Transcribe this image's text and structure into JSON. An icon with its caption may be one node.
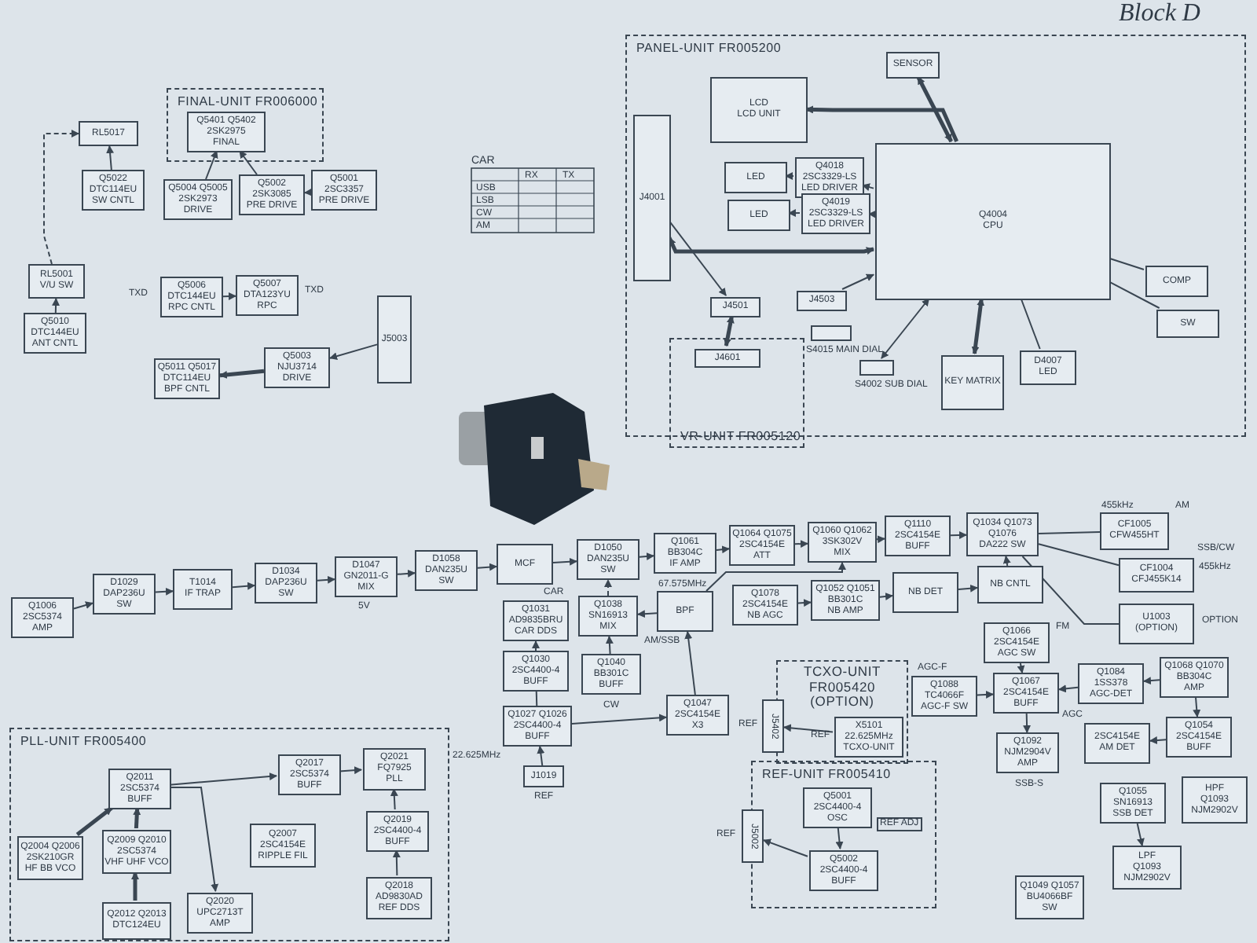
{
  "diagram": {
    "nodes": [
      {
        "text": [
          "FINAL-UNIT FR006000"
        ]
      },
      {
        "text": [
          "Q5401 Q5402",
          "2SK2975",
          "FINAL"
        ],
        "in": 0
      },
      {
        "text": [
          "RL5017"
        ]
      },
      {
        "text": [
          "Q5022",
          "DTC114EU",
          "SW CNTL"
        ]
      },
      {
        "text": [
          "Q5004 Q5005",
          "2SK2973",
          "DRIVE"
        ]
      },
      {
        "text": [
          "Q5002",
          "2SK3085",
          "PRE DRIVE"
        ]
      },
      {
        "text": [
          "Q5001",
          "2SC3357",
          "PRE DRIVE"
        ]
      },
      {
        "text": [
          "RL5001",
          "V/U SW"
        ]
      },
      {
        "text": [
          "Q5010",
          "DTC144EU",
          "ANT CNTL"
        ]
      },
      {
        "text": [
          "Q5006",
          "DTC144EU",
          "RPC CNTL"
        ]
      },
      {
        "text": [
          "Q5007",
          "DTA123YU",
          "RPC"
        ]
      },
      {
        "text": [
          "J5003"
        ]
      },
      {
        "text": [
          "Q5003",
          "NJU3714",
          "DRIVE"
        ]
      },
      {
        "text": [
          "Q5011 Q5017",
          "DTC114EU",
          "BPF CNTL"
        ]
      },
      {
        "text": [
          "PANEL-UNIT FR005200"
        ]
      },
      {
        "text": [
          "LCD",
          "LCD UNIT"
        ],
        "in": 14
      },
      {
        "text": [
          "LED"
        ],
        "in": 14
      },
      {
        "text": [
          "Q4018",
          "2SC3329-LS",
          "LED DRIVER"
        ],
        "in": 14
      },
      {
        "text": [
          "LED"
        ],
        "in": 14
      },
      {
        "text": [
          "Q4019",
          "2SC3329-LS",
          "LED DRIVER"
        ],
        "in": 14
      },
      {
        "text": [
          "Q4004",
          "CPU"
        ],
        "in": 14
      },
      {
        "text": [
          "J4001"
        ],
        "in": 14
      },
      {
        "text": [
          "J4501"
        ],
        "in": 14
      },
      {
        "text": [
          "J4503"
        ],
        "in": 14
      },
      {
        "text": [
          "VR-UNIT FR005120"
        ],
        "in": 14
      },
      {
        "text": [
          "J4601"
        ],
        "in": 24
      },
      {
        "text": [],
        "shape": "box",
        "beside": [
          "S4015 MAIN DIAL"
        ],
        "in": 14
      },
      {
        "text": [],
        "shape": "box",
        "beside": [
          "S4002 SUB DIAL"
        ],
        "in": 14
      },
      {
        "text": [
          "KEY MATRIX"
        ],
        "in": 14
      },
      {
        "text": [
          "D4007",
          "LED"
        ],
        "in": 14
      },
      {
        "text": [
          "SENSOR"
        ],
        "in": 14
      },
      {
        "text": [
          "COMP"
        ],
        "in": 14
      },
      {
        "text": [
          "SW"
        ],
        "in": 14
      },
      {
        "text": [
          "Q1006",
          "2SC5374",
          "AMP"
        ]
      },
      {
        "text": [
          "D1029",
          "DAP236U",
          "SW"
        ]
      },
      {
        "text": [
          "T1014",
          "IF TRAP"
        ]
      },
      {
        "text": [
          "D1034",
          "DAP236U",
          "SW"
        ]
      },
      {
        "text": [
          "D1047",
          "GN2011-G",
          "MIX"
        ]
      },
      {
        "text": [
          "D1058",
          "DAN235U",
          "SW"
        ]
      },
      {
        "text": [
          "MCF"
        ]
      },
      {
        "text": [
          "D1050",
          "DAN235U",
          "SW"
        ]
      },
      {
        "text": [
          "Q1061",
          "BB304C",
          "IF AMP"
        ]
      },
      {
        "text": [
          "Q1064 Q1075",
          "2SC4154E",
          "ATT"
        ]
      },
      {
        "text": [
          "Q1060 Q1062",
          "3SK302V",
          "MIX"
        ]
      },
      {
        "text": [
          "Q1110",
          "2SC4154E",
          "BUFF"
        ]
      },
      {
        "text": [
          "Q1034 Q1073",
          "Q1076",
          "DA222 SW"
        ]
      },
      {
        "text": [
          "CF1005",
          "CFW455HT"
        ],
        "beside": [
          "455kHz"
        ]
      },
      {
        "text": [
          "CF1004",
          "CFJ455K14"
        ],
        "beside": [
          "455kHz"
        ]
      },
      {
        "text": [
          "U1003",
          "(OPTION)"
        ]
      },
      {
        "text": [
          "Q1031",
          "AD9835BRU",
          "CAR DDS"
        ]
      },
      {
        "text": [
          "Q1038",
          "SN16913",
          "MIX"
        ]
      },
      {
        "text": [
          "BPF"
        ],
        "beside": [
          "67.575MHz"
        ]
      },
      {
        "text": [
          "Q1078",
          "2SC4154E",
          "NB AGC"
        ]
      },
      {
        "text": [
          "Q1052 Q1051",
          "BB301C",
          "NB AMP"
        ]
      },
      {
        "text": [
          "NB DET"
        ]
      },
      {
        "text": [
          "NB CNTL"
        ]
      },
      {
        "text": [
          "Q1030",
          "2SC4400-4",
          "BUFF"
        ]
      },
      {
        "text": [
          "Q1040",
          "BB301C",
          "BUFF"
        ]
      },
      {
        "text": [
          "Q1027 Q1026",
          "2SC4400-4",
          "BUFF"
        ]
      },
      {
        "text": [
          "J1019"
        ]
      },
      {
        "text": [
          "Q1047",
          "2SC4154E",
          "X3"
        ]
      },
      {
        "text": [
          "TCXO-UNIT FR005420 (OPTION)"
        ]
      },
      {
        "text": [
          "J5402"
        ]
      },
      {
        "text": [
          "X5101",
          "22.625MHz",
          "TCXO-UNIT"
        ],
        "in": 61
      },
      {
        "text": [
          "REF-UNIT FR005410"
        ]
      },
      {
        "text": [
          "Q5001",
          "2SC4400-4",
          "OSC"
        ],
        "in": 64
      },
      {
        "text": [
          "Q5002",
          "2SC4400-4",
          "BUFF"
        ],
        "in": 64
      },
      {
        "text": [
          "J5002"
        ]
      },
      {
        "text": [
          "Q1066",
          "2SC4154E",
          "AGC SW"
        ]
      },
      {
        "text": [
          "Q1088",
          "TC4066F",
          "AGC-F SW"
        ]
      },
      {
        "text": [
          "Q1067",
          "2SC4154E",
          "BUFF"
        ]
      },
      {
        "text": [
          "Q1084",
          "1SS378",
          "AGC-DET"
        ]
      },
      {
        "text": [
          "Q1068 Q1070",
          "BB304C",
          "AMP"
        ]
      },
      {
        "text": [
          "Q1092",
          "NJM2904V",
          "AMP"
        ]
      },
      {
        "text": [
          "Q1054",
          "2SC4154E",
          "BUFF"
        ]
      },
      {
        "text": [
          "2SC4154E",
          "AM DET"
        ]
      },
      {
        "text": [
          "Q1055",
          "SN16913",
          "SSB DET"
        ]
      },
      {
        "text": [
          "HPF",
          "Q1093",
          "NJM2902V"
        ]
      },
      {
        "text": [
          "LPF",
          "Q1093",
          "NJM2902V"
        ]
      },
      {
        "text": [
          "Q1049 Q1057",
          "BU4066BF",
          "SW"
        ]
      },
      {
        "text": [
          "PLL-UNIT FR005400"
        ]
      },
      {
        "text": [
          "Q2011",
          "2SC5374",
          "BUFF"
        ],
        "in": 80
      },
      {
        "text": [
          "Q2004 Q2006",
          "2SK210GR",
          "HF BB VCO"
        ],
        "in": 80
      },
      {
        "text": [
          "Q2009 Q2010",
          "2SC5374",
          "VHF UHF VCO"
        ],
        "in": 80
      },
      {
        "text": [
          "Q2017",
          "2SC5374",
          "BUFF"
        ],
        "in": 80
      },
      {
        "text": [
          "Q2021",
          "FQ7925",
          "PLL"
        ],
        "in": 80
      },
      {
        "text": [
          "Q2007",
          "2SC4154E",
          "RIPPLE FIL"
        ],
        "in": 80
      },
      {
        "text": [
          "Q2020",
          "UPC2713T",
          "AMP"
        ],
        "in": 80
      },
      {
        "text": [
          "Q2019",
          "2SC4400-4",
          "BUFF"
        ],
        "in": 80
      },
      {
        "text": [
          "Q2018",
          "AD9830AD",
          "REF DDS"
        ],
        "in": 80
      },
      {
        "text": [
          "Q2012 Q2013",
          "DTC124EU"
        ],
        "in": 80
      }
    ],
    "edges": [
      {
        "from": 33,
        "to": 34,
        "arrow": "to"
      },
      {
        "from": 34,
        "to": 35,
        "arrow": "to"
      },
      {
        "from": 35,
        "to": 36,
        "arrow": "to"
      },
      {
        "from": 36,
        "to": 37,
        "arrow": "to"
      },
      {
        "from": 37,
        "to": 38,
        "arrow": "to"
      },
      {
        "from": 38,
        "to": 39,
        "arrow": "to"
      },
      {
        "from": 39,
        "to": 40,
        "arrow": "to"
      },
      {
        "from": 40,
        "to": 41,
        "arrow": "to"
      },
      {
        "from": 41,
        "to": 42,
        "arrow": "to"
      },
      {
        "from": 42,
        "to": 43,
        "arrow": "to"
      },
      {
        "from": 43,
        "to": 44,
        "arrow": "to"
      },
      {
        "from": 44,
        "to": 45,
        "arrow": "to"
      },
      {
        "from": 45,
        "to": 46,
        "arrow": "none"
      },
      {
        "from": 45,
        "to": 47,
        "arrow": "none"
      },
      {
        "from": 45,
        "to": 48,
        "arrow": "none"
      },
      {
        "from": 50,
        "to": 40,
        "arrow": "to",
        "style": "dashed"
      },
      {
        "from": 51,
        "to": 50,
        "arrow": "to"
      },
      {
        "from": 57,
        "to": 50,
        "arrow": "to"
      },
      {
        "from": 56,
        "to": 49,
        "arrow": "to"
      },
      {
        "from": 58,
        "to": 56,
        "arrow": "none"
      },
      {
        "from": 59,
        "to": 58,
        "arrow": "to"
      },
      {
        "from": 58,
        "to": 60,
        "arrow": "to"
      },
      {
        "from": 60,
        "to": 51,
        "arrow": "to"
      },
      {
        "from": 52,
        "to": 53,
        "arrow": "to"
      },
      {
        "from": 53,
        "to": 54,
        "arrow": "to"
      },
      {
        "from": 54,
        "to": 55,
        "arrow": "to"
      },
      {
        "from": 55,
        "to": 45,
        "arrow": "to"
      },
      {
        "from": 51,
        "to": 43,
        "arrow": "to"
      },
      {
        "from": 69,
        "to": 70,
        "arrow": "to"
      },
      {
        "from": 68,
        "to": 70,
        "arrow": "to"
      },
      {
        "from": 71,
        "to": 70,
        "arrow": "to"
      },
      {
        "from": 70,
        "to": 73,
        "arrow": "to"
      },
      {
        "from": 72,
        "to": 71,
        "arrow": "to"
      },
      {
        "from": 72,
        "to": 74,
        "arrow": "to"
      },
      {
        "from": 74,
        "to": 75,
        "arrow": "to"
      },
      {
        "from": 76,
        "to": 78,
        "arrow": "to"
      },
      {
        "from": 63,
        "to": 62,
        "arrow": "to"
      },
      {
        "from": 65,
        "to": 66,
        "arrow": "to"
      },
      {
        "from": 81,
        "to": 84,
        "arrow": "to"
      },
      {
        "from": 84,
        "to": 85,
        "arrow": "to"
      },
      {
        "from": 88,
        "to": 85,
        "arrow": "to"
      },
      {
        "from": 89,
        "to": 88,
        "arrow": "to"
      },
      {
        "from": 82,
        "to": 81,
        "arrow": "to",
        "style": "thick"
      },
      {
        "from": 83,
        "to": 81,
        "arrow": "to",
        "style": "thick"
      },
      {
        "from": 81,
        "to": 87,
        "arrow": "to"
      },
      {
        "from": 90,
        "to": 83,
        "arrow": "to",
        "style": "thick"
      },
      {
        "from": 3,
        "to": 2,
        "arrow": "to"
      },
      {
        "from": 4,
        "to": 1,
        "arrow": "to"
      },
      {
        "from": 5,
        "to": 1,
        "arrow": "to"
      },
      {
        "from": 6,
        "to": 5,
        "arrow": "to"
      },
      {
        "from": 9,
        "to": 10,
        "arrow": "to"
      },
      {
        "from": 8,
        "to": 7,
        "arrow": "to"
      },
      {
        "from": 7,
        "to": 2,
        "arrow": "to",
        "style": "dashed"
      },
      {
        "from": 12,
        "to": 13,
        "arrow": "to",
        "style": "thick"
      },
      {
        "from": 11,
        "to": 12,
        "arrow": "to"
      },
      {
        "from": 17,
        "to": 16,
        "arrow": "to"
      },
      {
        "from": 19,
        "to": 18,
        "arrow": "to"
      },
      {
        "from": 20,
        "to": 17,
        "arrow": "to"
      },
      {
        "from": 20,
        "to": 19,
        "arrow": "to"
      },
      {
        "from": 21,
        "to": 20,
        "arrow": "both",
        "style": "thick"
      },
      {
        "from": 20,
        "to": 15,
        "arrow": "to",
        "style": "thick"
      },
      {
        "from": 22,
        "to": 25,
        "arrow": "both",
        "style": "thick"
      },
      {
        "from": 28,
        "to": 20,
        "arrow": "both",
        "style": "thick"
      },
      {
        "from": 27,
        "to": 20,
        "arrow": "both"
      },
      {
        "from": 23,
        "to": 20,
        "arrow": "to"
      },
      {
        "from": 21,
        "to": 22,
        "arrow": "to"
      },
      {
        "from": 30,
        "to": 20,
        "arrow": "both",
        "style": "thick"
      },
      {
        "from": 66,
        "to": 67,
        "arrow": "to"
      },
      {
        "from": 29,
        "to": 20,
        "arrow": "none"
      },
      {
        "from": 31,
        "to": 20,
        "arrow": "none"
      },
      {
        "from": 32,
        "to": 20,
        "arrow": "none"
      }
    ],
    "labels": [
      "Block D",
      "CAR",
      "RX",
      "TX",
      "USB",
      "LSB",
      "CW",
      "AM",
      "TXD",
      "TXD",
      "CAR",
      "22.625MHz",
      "REF",
      "CW",
      "AM/SSB",
      "REF",
      "REF",
      "REF",
      "REF ADJ",
      "AGC-F",
      "AGC",
      "SSB-S",
      "FM",
      "AM",
      "SSB/CW",
      "OPTION",
      "5V"
    ]
  }
}
